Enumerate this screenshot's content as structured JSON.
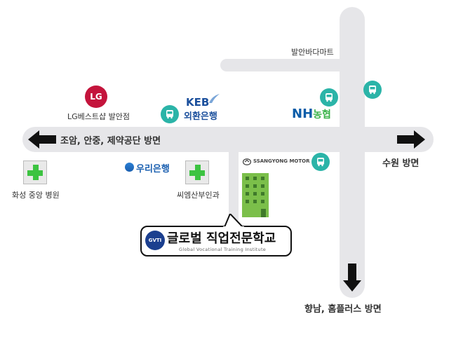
{
  "directions": {
    "west": "조암, 안중, 제약공단 방면",
    "east": "수원 방면",
    "south": "향남, 홈플러스 방면"
  },
  "landmarks": {
    "bamart": "발안바다마트",
    "lg_shop": "LG베스트샵 발안점",
    "hospital": "화성 중앙 병원",
    "clinic": "씨엠산부인과",
    "keb_logo": "KEB",
    "keb_name": "외환은행",
    "nh_logo": "NH",
    "nh_name": "농협",
    "woori": "우리은행",
    "ssangyong": "SSANGYONG MOTOR",
    "lg_logo": "LG"
  },
  "school": {
    "name": "글로벌 직업전문학교",
    "sub": "Global Vocational Training Institute",
    "badge": "GVTI"
  },
  "colors": {
    "road": "#e6e6e9",
    "bus": "#2bb4a8",
    "cross": "#3cc341",
    "building": "#7bbf4a",
    "lg": "#c4143c",
    "keb": "#1b4f9c",
    "nh": "#0a5ca8",
    "nh_green": "#3bb34a"
  },
  "icons": [
    "bus-stop-icon",
    "hospital-cross-icon",
    "arrow-left-icon",
    "arrow-right-icon",
    "arrow-down-icon",
    "building-icon"
  ]
}
